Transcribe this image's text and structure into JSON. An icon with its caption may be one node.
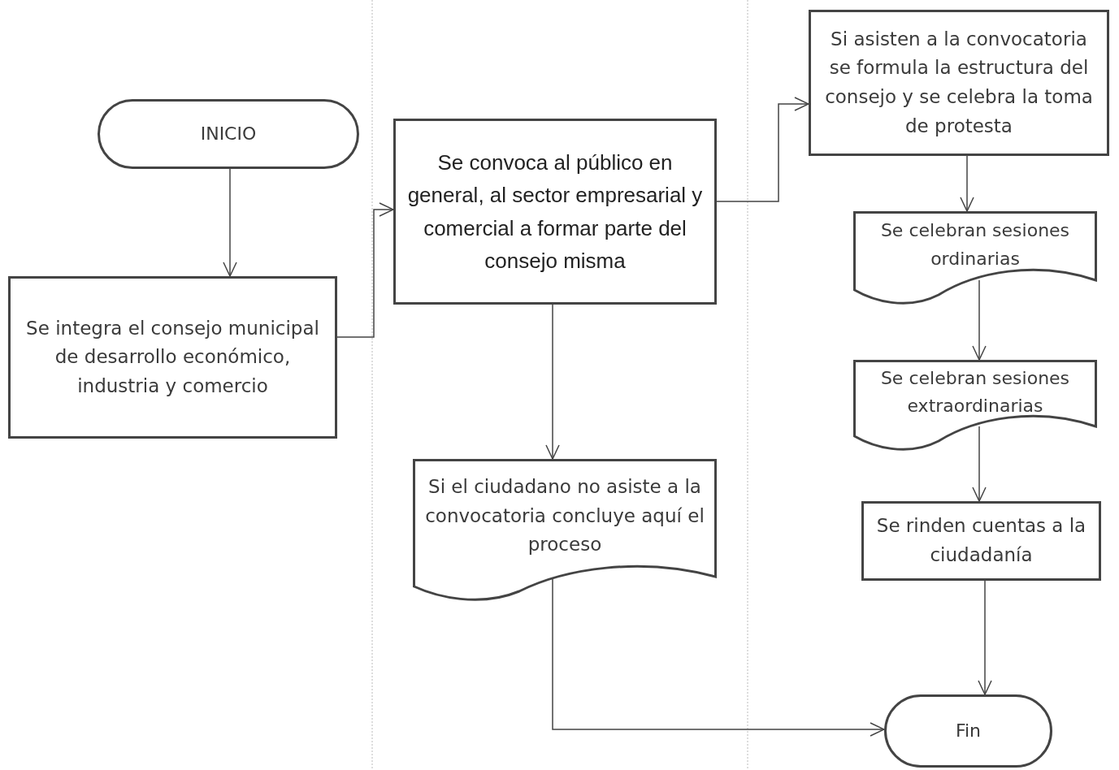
{
  "diagram": {
    "nodes": [
      {
        "text": [
          "INICIO"
        ]
      },
      {
        "text": [
          "Se integra el consejo municipal de desarrollo económico, industria y comercio"
        ]
      },
      {
        "text": [
          "Se convoca al público en general, al sector empresarial y comercial a formar parte del consejo misma"
        ]
      },
      {
        "text": [
          "Si el ciudadano no asiste a la convocatoria concluye aquí el proceso"
        ]
      },
      {
        "text": [
          "Si asisten a la convocatoria se formula la estructura del consejo y se celebra la toma de protesta"
        ]
      },
      {
        "text": [
          "Se celebran sesiones ordinarias"
        ]
      },
      {
        "text": [
          "Se celebran sesiones extraordinarias"
        ]
      },
      {
        "text": [
          "Se rinden cuentas a la ciudadanía"
        ]
      },
      {
        "text": [
          "Fin"
        ]
      }
    ],
    "edges": [
      {
        "from": 0,
        "to": 1,
        "arrow": "to"
      },
      {
        "from": 1,
        "to": 2,
        "arrow": "to"
      },
      {
        "from": 2,
        "to": 3,
        "arrow": "to"
      },
      {
        "from": 2,
        "to": 4,
        "arrow": "to"
      },
      {
        "from": 4,
        "to": 5,
        "arrow": "to"
      },
      {
        "from": 5,
        "to": 6,
        "arrow": "to"
      },
      {
        "from": 6,
        "to": 7,
        "arrow": "to"
      },
      {
        "from": 7,
        "to": 8,
        "arrow": "to"
      },
      {
        "from": 3,
        "to": 8,
        "arrow": "to"
      }
    ]
  }
}
